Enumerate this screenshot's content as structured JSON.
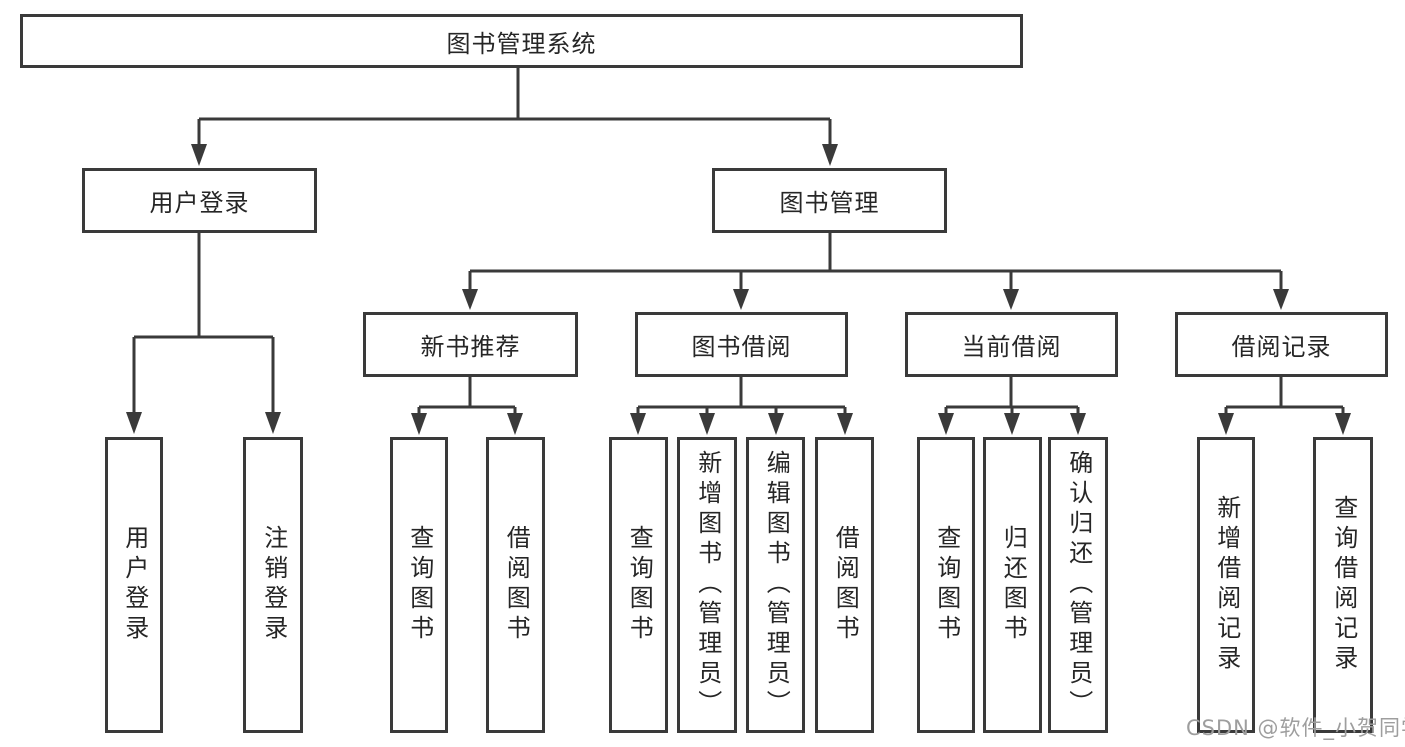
{
  "colors": {
    "line": "#3a3a3a",
    "text": "#262626",
    "box_bg": "#ffffff",
    "watermark": "#9e9e9e"
  },
  "watermark": {
    "text": "CSDN @软件_小贺同学"
  },
  "tree": {
    "root": {
      "label": "图书管理系统"
    },
    "branches": [
      {
        "label": "用户登录",
        "children": [
          {
            "label": "用户登录"
          },
          {
            "label": "注销登录"
          }
        ]
      },
      {
        "label": "图书管理",
        "children": [
          {
            "label": "新书推荐",
            "children": [
              {
                "label": "查询图书"
              },
              {
                "label": "借阅图书"
              }
            ]
          },
          {
            "label": "图书借阅",
            "children": [
              {
                "label": "查询图书"
              },
              {
                "label": "新增图书（管理员）"
              },
              {
                "label": "编辑图书（管理员）"
              },
              {
                "label": "借阅图书"
              }
            ]
          },
          {
            "label": "当前借阅",
            "children": [
              {
                "label": "查询图书"
              },
              {
                "label": "归还图书"
              },
              {
                "label": "确认归还（管理员）"
              }
            ]
          },
          {
            "label": "借阅记录",
            "children": [
              {
                "label": "新增借阅记录"
              },
              {
                "label": "查询借阅记录"
              }
            ]
          }
        ]
      }
    ]
  }
}
